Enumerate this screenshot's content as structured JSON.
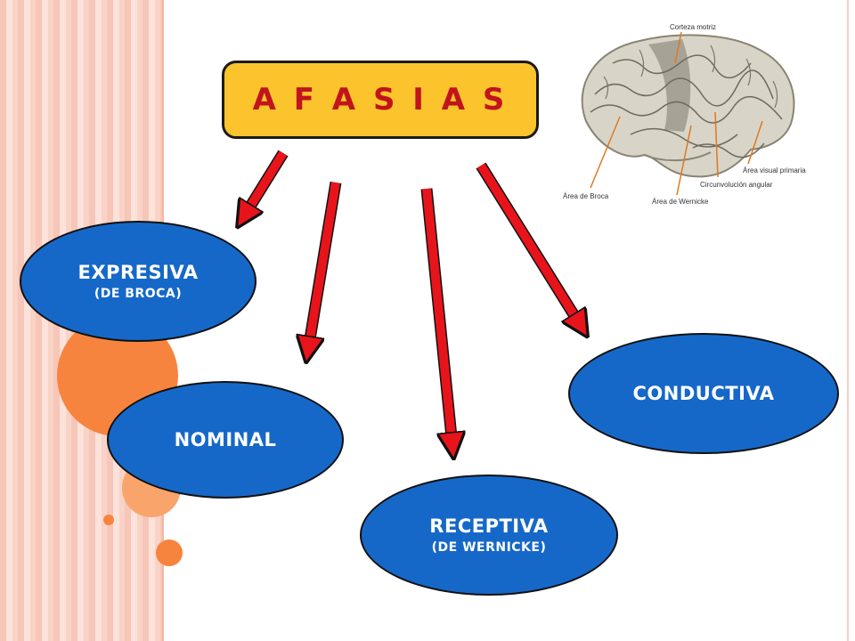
{
  "title": "A F A S I A S",
  "brain_labels": {
    "corteza_motriz": "Corteza motriz",
    "area_broca": "Área de Broca",
    "area_wernicke": "Área de Wernicke",
    "circunvolucion": "Circunvolución angular",
    "area_visual": "Área visual primaria"
  },
  "nodes": {
    "expresiva": {
      "label": "EXPRESIVA",
      "sub": "(DE BROCA)"
    },
    "nominal": {
      "label": "NOMINAL"
    },
    "receptiva": {
      "label": "RECEPTIVA",
      "sub": "(DE WERNICKE)"
    },
    "conductiva": {
      "label": "CONDUCTIVA"
    }
  },
  "colors": {
    "title_bg": "#fcc42c",
    "title_text": "#c1141c",
    "node_fill": "#1668c8",
    "arrow": "#e8141c",
    "decor_orange": "#f7843e"
  }
}
